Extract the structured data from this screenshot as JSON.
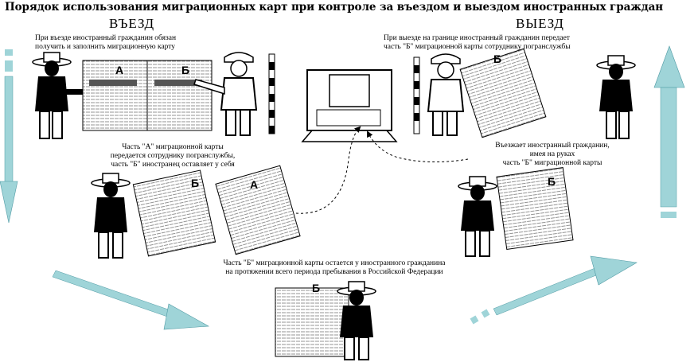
{
  "title": "Порядок использования миграционных карт при контроле за въездом и выездом иностранных граждан",
  "sections": {
    "entry": "ВЪЕЗД",
    "exit": "ВЫЕЗД"
  },
  "captions": {
    "entry_top": [
      "При въезде иностранный гражданин обязан",
      "получить и заполнить миграционную карту"
    ],
    "exit_top": [
      "При выезде на границе иностранный гражданин передает",
      "часть \"Б\" миграционной карты сотруднику погранслужбы"
    ],
    "entry_middle": [
      "Часть \"А\" миграционной карты",
      "передается сотруднику погранслужбы,",
      "часть \"Б\" иностранец оставляет у себя"
    ],
    "exit_middle": [
      "Въезжает иностранный гражданин,",
      "имея на руках",
      "часть \"Б\" миграционной карты"
    ],
    "bottom": [
      "Часть \"Б\" миграционной карты остается у иностранного гражданина",
      "на протяжении всего периода пребывания в Российской Федерации"
    ]
  },
  "card_letters": {
    "a": "А",
    "b": "Б"
  },
  "colors": {
    "arrow": "#9fd4d8",
    "arrow_edge": "#4f9aa4",
    "figure": "#000000",
    "paper": "#ffffff"
  }
}
